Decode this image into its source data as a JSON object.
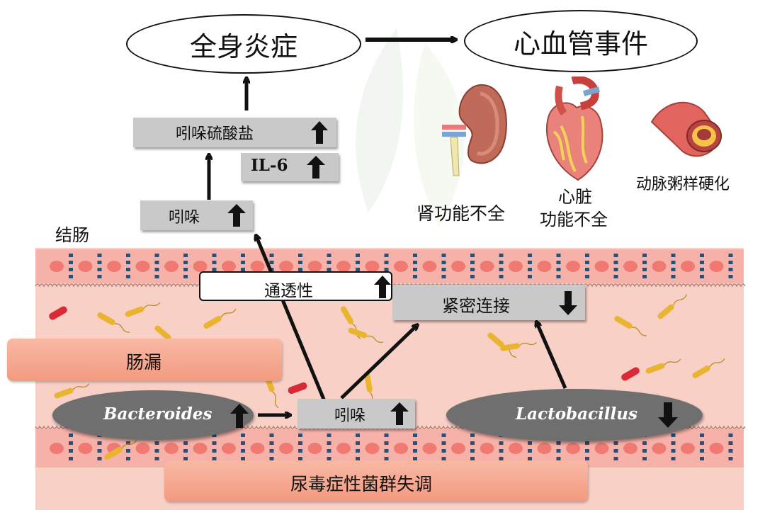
{
  "top": {
    "systemic_inflammation": "全身炎症",
    "cardiovascular_events": "心血管事件"
  },
  "markers": {
    "indoxyl_sulfate": "吲哚硫酸盐",
    "il6": "IL-6",
    "indole_upper": "吲哚",
    "indole_lower": "吲哚"
  },
  "organs": {
    "kidney": "肾功能不全",
    "heart_line1": "心脏",
    "heart_line2": "功能不全",
    "artery": "动脉粥样硬化"
  },
  "gut": {
    "colon": "结肠",
    "permeability": "通透性",
    "tight_junction": "紧密连接",
    "leaky_gut": "肠漏",
    "bacteroides": "Bacteroides",
    "lactobacillus": "Lactobacillus",
    "dysbiosis": "尿毒症性菌群失调"
  },
  "directions": {
    "indoxyl_sulfate": "up",
    "il6": "up",
    "indole_upper": "up",
    "permeability": "up",
    "tight_junction": "down",
    "bacteroides": "up",
    "indole_lower": "up",
    "lactobacillus": "down"
  },
  "colors": {
    "tissue": "#f8d0c6",
    "cell_row": "#f6b2a8",
    "cell_nucleus": "#f07a72",
    "junction": "#2c4f73",
    "gray_box": "#c9c9c9",
    "ellipse_dark": "#6f6f6f",
    "salmon": "#f5a58c",
    "bacteria_yellow": "#e9b42f",
    "bacteria_red": "#d92a35"
  }
}
